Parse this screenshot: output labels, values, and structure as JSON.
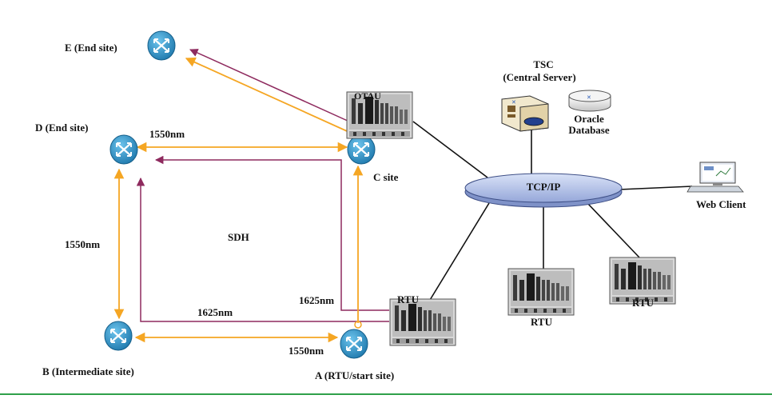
{
  "sites": {
    "e": "E (End site)",
    "d": "D (End site)",
    "b": "B (Intermediate site)",
    "a": "A (RTU/start site)",
    "c": "C site"
  },
  "equipment": {
    "otau": "OTAU",
    "rtu_a": "RTU",
    "rtu_mid": "RTU",
    "rtu_right": "RTU"
  },
  "servers": {
    "tsc_line1": "TSC",
    "tsc_line2": "(Central Server)",
    "db_line1": "Oracle",
    "db_line2": "Database",
    "web_client": "Web Client"
  },
  "network": {
    "hub": "TCP/IP",
    "sdh": "SDH"
  },
  "links": {
    "dc": "1550nm",
    "db": "1550nm",
    "ba": "1550nm",
    "rtu_vertical": "1625nm",
    "rtu_horizontal": "1625nm"
  },
  "colors": {
    "fiber_1550": "#f5a623",
    "monitor_1625": "#8e2a5e",
    "router": "#2a8fc4",
    "footer_line": "#2fa04a"
  }
}
